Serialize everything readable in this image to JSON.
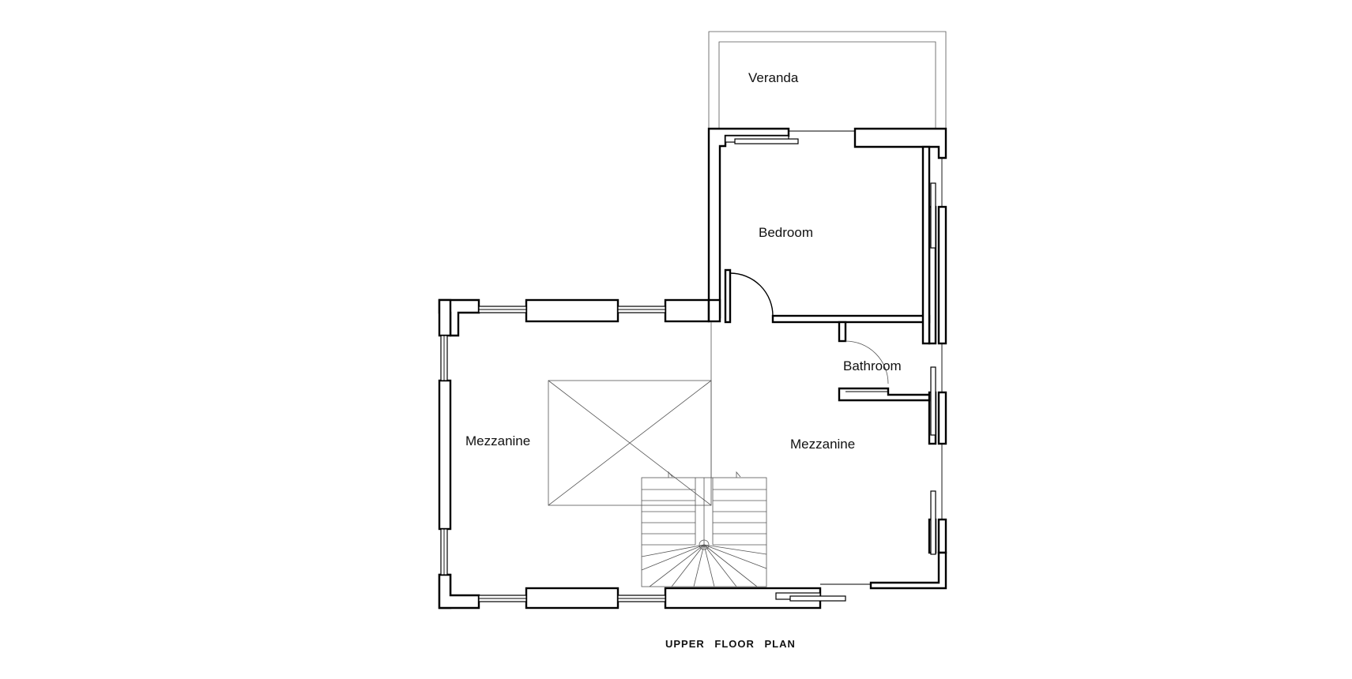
{
  "rooms": {
    "veranda": "Veranda",
    "bedroom": "Bedroom",
    "bathroom": "Bathroom",
    "mezzanine_left": "Mezzanine",
    "mezzanine_right": "Mezzanine"
  },
  "title": "UPPER FLOOR PLAN",
  "colors": {
    "line": "#000000",
    "background": "#ffffff"
  }
}
